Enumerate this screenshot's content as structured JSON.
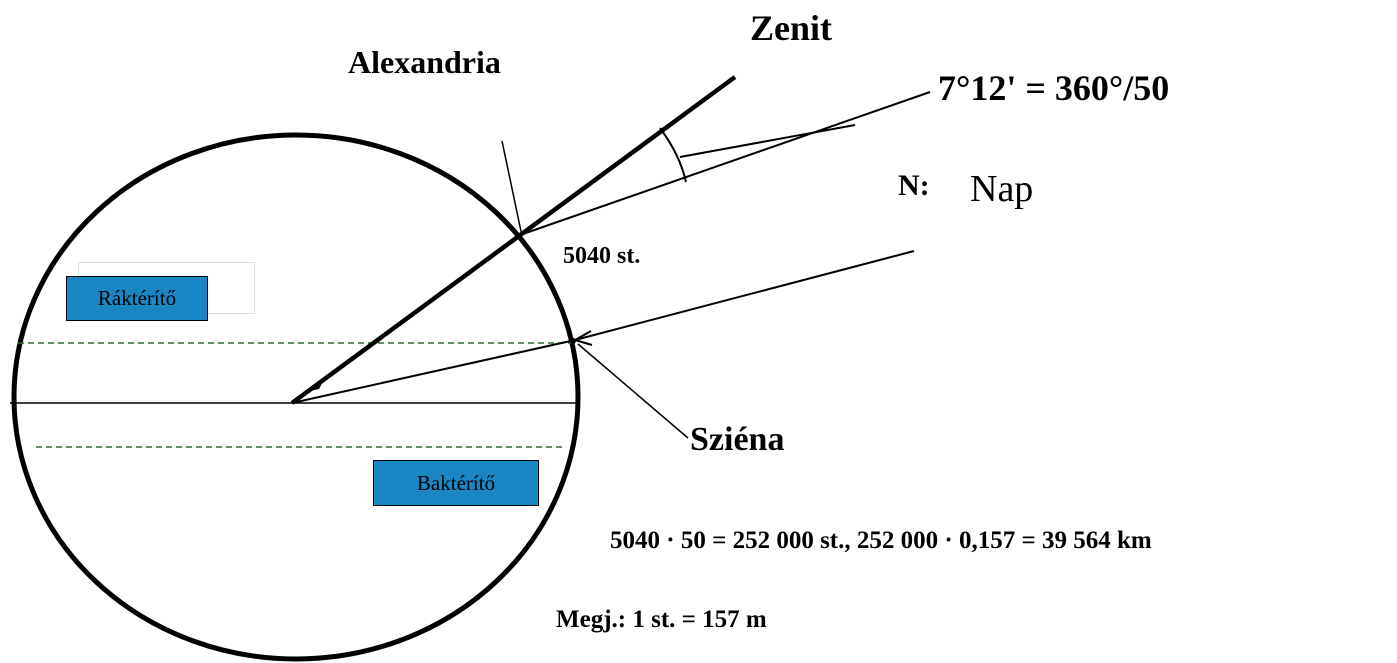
{
  "labels": {
    "zenit": "Zenit",
    "alexandria": "Alexandria",
    "angle": "7°12' = 360°/50",
    "sun_letter": "N:",
    "sun_name": "Nap",
    "arc_distance": "5040 st.",
    "siena": "Sziéna",
    "tropic_cancer": "Ráktérítő",
    "tropic_capricorn": "Baktérítő",
    "calculation": "5040 · 50 = 252 000 st., 252 000 · 0,157 = 39 564 km",
    "note": "Megj.: 1 st. = 157 m"
  },
  "colors": {
    "box_fill": "#1a86c4",
    "tropic_line": "#2e6b2e",
    "ink": "#000000"
  }
}
